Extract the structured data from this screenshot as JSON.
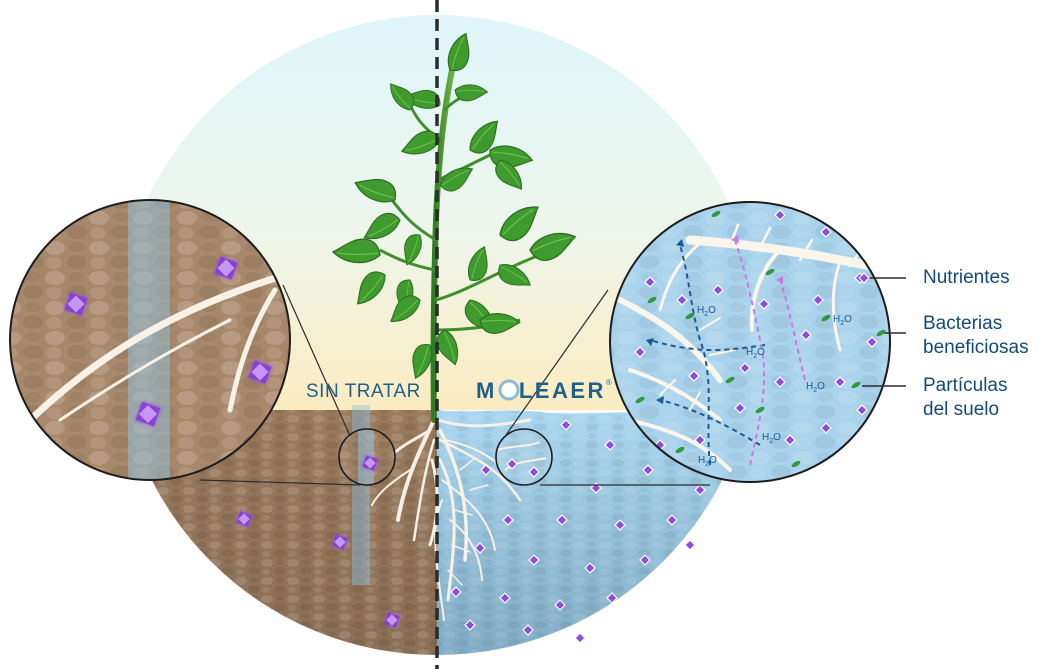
{
  "labels": {
    "untreated": "SIN TRATAR",
    "brand_prefix": "M",
    "brand_suffix": "LEAER",
    "brand_mark": "®"
  },
  "legend": {
    "nutrients": "Nutrientes",
    "bacteria_line1": "Bacterias",
    "bacteria_line2": "beneficiosas",
    "particles_line1": "Partículas",
    "particles_line2": "del suelo"
  },
  "water_label": "H",
  "water_sub": "2",
  "water_suffix": "O",
  "colors": {
    "brand_blue": "#1f5f8e",
    "legend_blue": "#134a78",
    "nutrient_purple": "#8a3fd6",
    "leaf_green": "#3f9b2e",
    "soil_brown": "#8c7055",
    "water_blue": "#9ccbe6"
  }
}
